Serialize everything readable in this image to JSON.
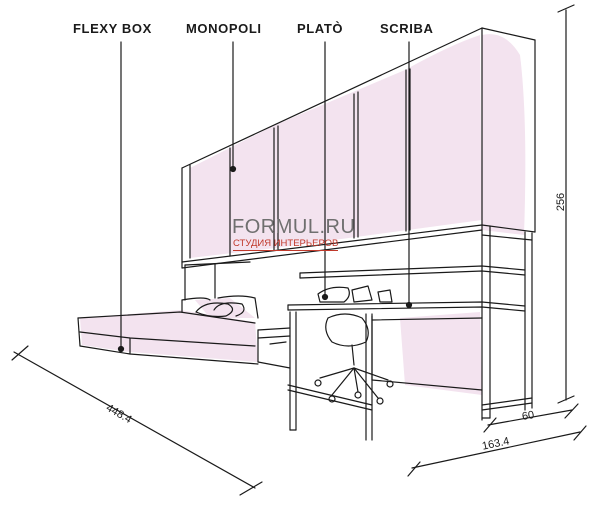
{
  "callouts": [
    {
      "label": "FLEXY BOX"
    },
    {
      "label": "MONOPOLI"
    },
    {
      "label": "PLATÒ"
    },
    {
      "label": "SCRIBA"
    }
  ],
  "dimensions": {
    "height": "256",
    "length": "448.4",
    "depth_small": "60",
    "depth_total": "163.4"
  },
  "watermark": {
    "title": "FORMUL.RU",
    "subtitle": "СТУДИЯ ИНТЕРЬЕРОВ"
  },
  "colors": {
    "line": "#1a1a1a",
    "pink_fill": "#f3e3ef",
    "watermark_red": "#c0392b"
  }
}
